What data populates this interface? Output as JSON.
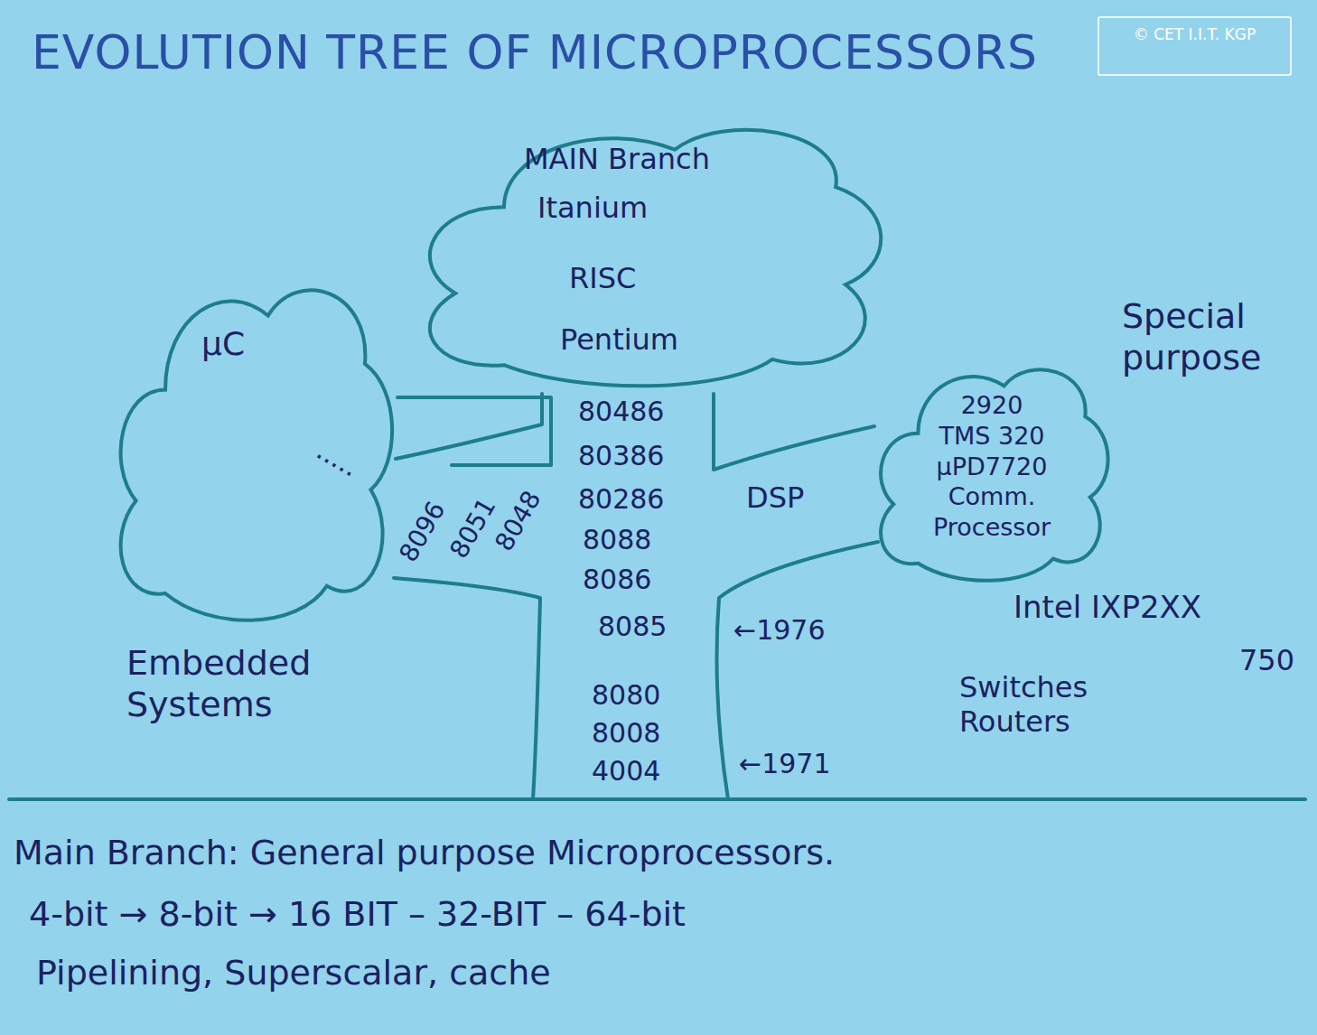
{
  "diagram": {
    "title": "EVOLUTION TREE OF MICROPROCESSORS",
    "nodes": [
      {
        "text": [
          "© CET I.I.T. KGP"
        ]
      },
      {
        "text": [
          "µC"
        ]
      },
      {
        "text": [
          "MAIN Branch",
          "Itanium",
          "RISC",
          "Pentium"
        ]
      },
      {
        "text": [
          "2920",
          "TMS 320",
          "µPD7720",
          "Comm. Processor"
        ]
      }
    ],
    "labels": [
      "80486",
      "80386",
      "80286",
      "8088",
      "8086",
      "8085",
      "8080",
      "8008",
      "4004",
      "←1976",
      "←1971",
      ".....",
      "8096",
      "8051",
      "8048",
      "DSP",
      "Special purpose",
      "Intel IXP2XX",
      "750",
      "Embedded Systems",
      "Switches Routers",
      "Main Branch: General purpose Microprocessors.",
      "4-bit → 8-bit → 16 BIT – 32-BIT – 64-bit",
      "Pipelining, Superscalar, cache"
    ]
  }
}
